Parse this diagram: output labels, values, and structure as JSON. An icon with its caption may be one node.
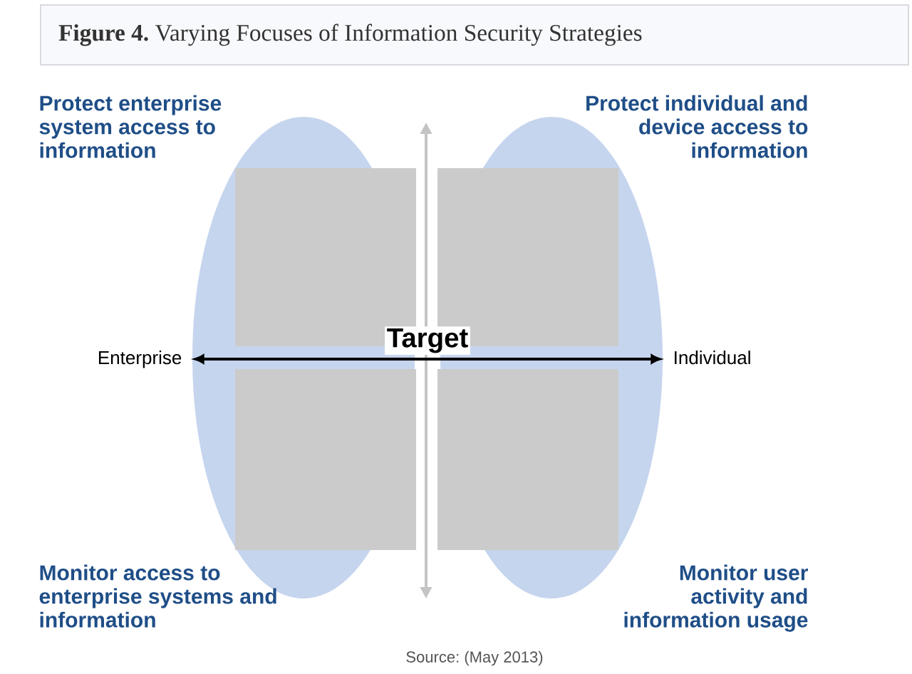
{
  "diagram": {
    "title": "**Figure 4.** Varying Focuses of Information Security Strategies",
    "nodes": [
      {
        "text": [],
        "shape": "box",
        "beside": [
          "Protect enterprise system access to information"
        ]
      },
      {
        "text": [],
        "shape": "box",
        "beside": [
          "Protect individual and device access to information"
        ]
      },
      {
        "text": [
          "Enterprise"
        ]
      },
      {
        "text": [
          "Individual"
        ]
      },
      {
        "text": [],
        "shape": "box",
        "beside": [
          "Monitor access to enterprise systems and information"
        ]
      },
      {
        "text": [],
        "shape": "box",
        "beside": [
          "Monitor user activity and information usage"
        ]
      }
    ],
    "edges": [
      {
        "from": 2,
        "to": 3,
        "arrow": "both",
        "label": "Target"
      }
    ],
    "labels": [
      "Source: (May 2013)"
    ]
  }
}
